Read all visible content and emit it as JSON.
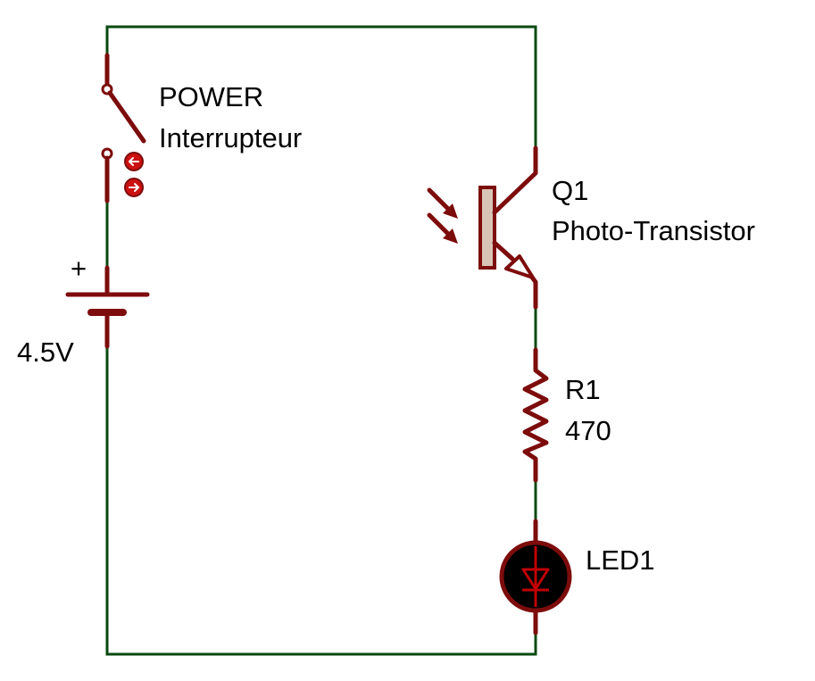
{
  "colors": {
    "wire": "#0a4a10",
    "component": "#7d0c0c",
    "led_body": "#000000",
    "led_symbol": "#c00000",
    "pin_dot": "#cc1111",
    "transistor_body": "#d8c4b4"
  },
  "components": {
    "switch": {
      "name": "POWER",
      "type": "Interrupteur"
    },
    "battery": {
      "plus": "+",
      "value": "4.5V"
    },
    "transistor": {
      "name": "Q1",
      "type": "Photo-Transistor"
    },
    "resistor": {
      "name": "R1",
      "value": "470"
    },
    "led": {
      "name": "LED1"
    }
  }
}
